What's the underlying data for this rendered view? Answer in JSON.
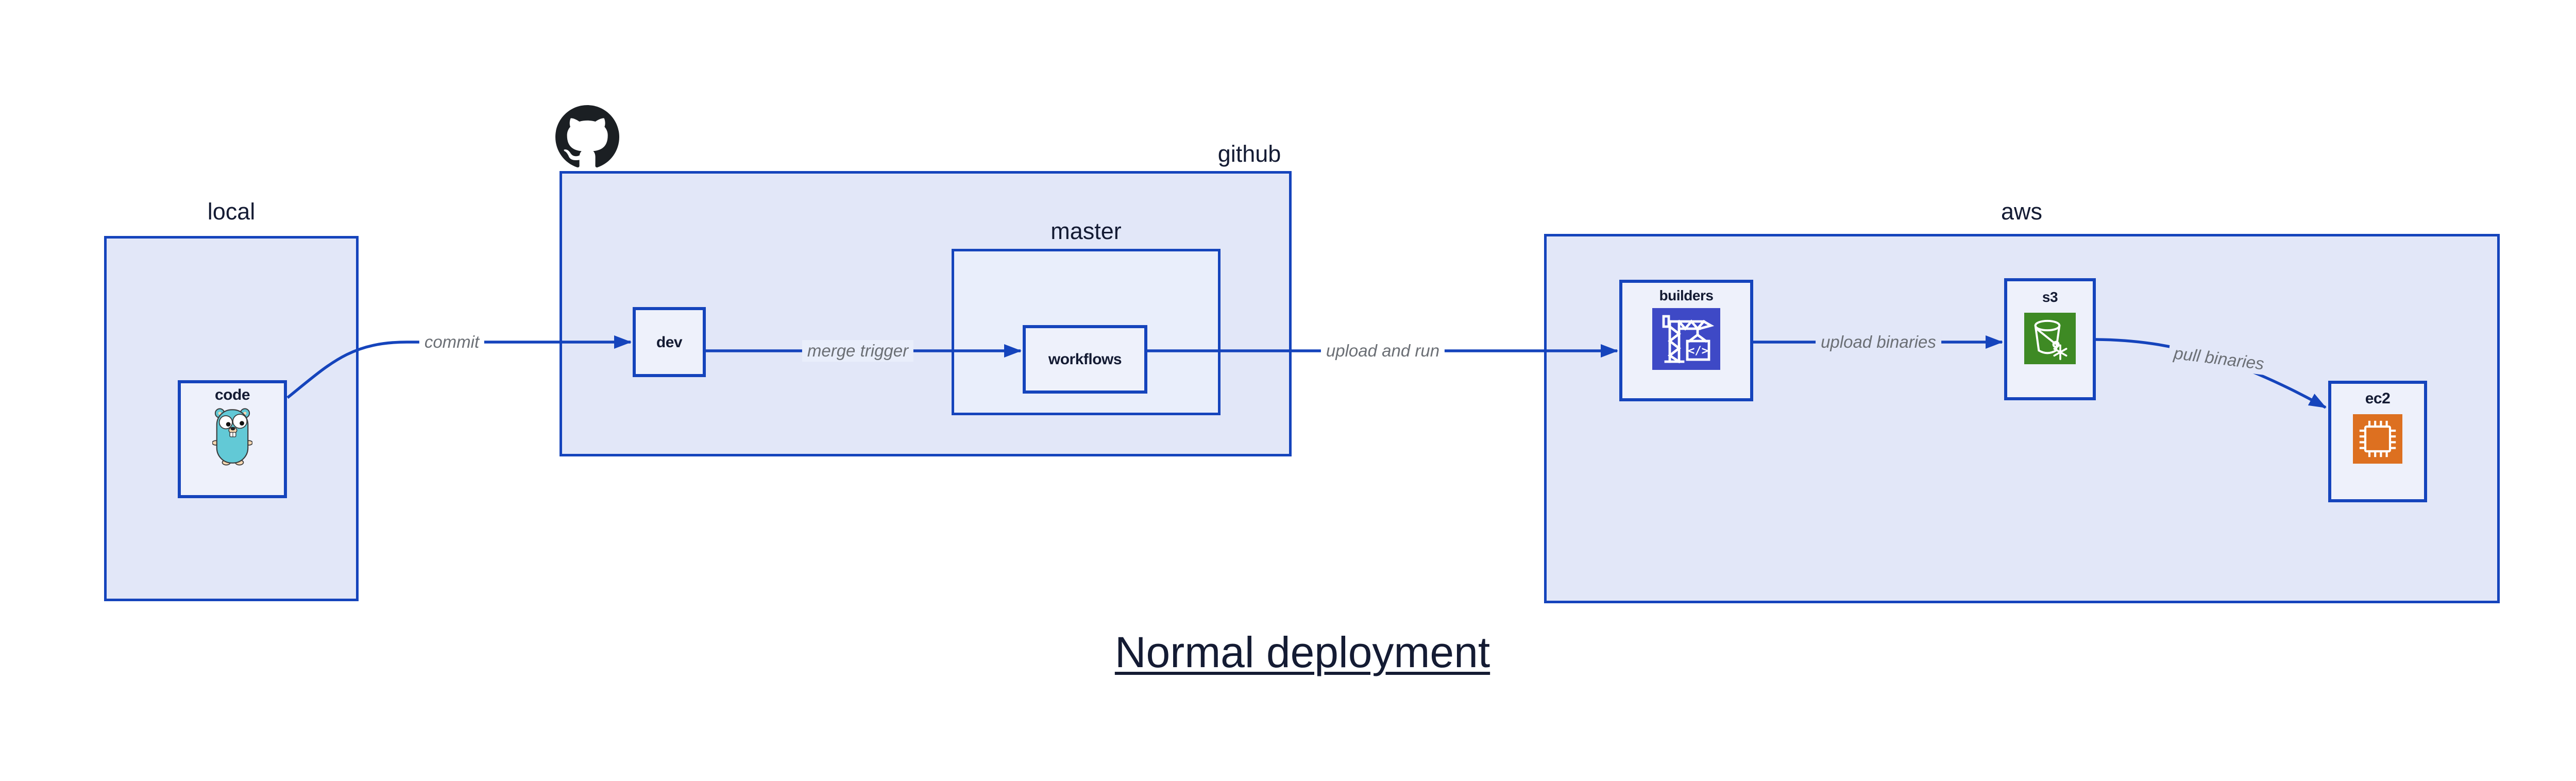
{
  "title": {
    "text": "Normal deployment"
  },
  "groups": {
    "local": {
      "label": "local"
    },
    "github": {
      "label": "github"
    },
    "master": {
      "label": "master"
    },
    "aws": {
      "label": "aws"
    }
  },
  "nodes": {
    "code": {
      "label": "code",
      "icon": "go-gopher-icon"
    },
    "dev": {
      "label": "dev"
    },
    "workflows": {
      "label": "workflows"
    },
    "builders": {
      "label": "builders",
      "icon": "aws-codebuild-crane-icon"
    },
    "s3": {
      "label": "s3",
      "icon": "aws-s3-bucket-snowflake-icon"
    },
    "ec2": {
      "label": "ec2",
      "icon": "aws-ec2-chip-icon"
    }
  },
  "edges": [
    {
      "from": "code",
      "to": "dev",
      "label": "commit"
    },
    {
      "from": "dev",
      "to": "workflows",
      "label": "merge trigger"
    },
    {
      "from": "workflows",
      "to": "builders",
      "label": "upload and run"
    },
    {
      "from": "builders",
      "to": "s3",
      "label": "upload binaries"
    },
    {
      "from": "s3",
      "to": "ec2",
      "label": "pull binaries"
    }
  ],
  "logo": {
    "name": "github-octocat-logo"
  },
  "colors": {
    "border_blue": "#1544bc",
    "group_fill": "#e2e7f8",
    "inner_group_fill": "#e9eefb",
    "node_fill": "#eef1fb",
    "text_navy": "#141b33",
    "edge_label_gray": "#6b6f75",
    "codebuild_indigo": "#3e49c6",
    "s3_green": "#3e8a24",
    "ec2_orange": "#dd7020",
    "github_black": "#1b1f23",
    "gopher_teal": "#62c9d6"
  }
}
